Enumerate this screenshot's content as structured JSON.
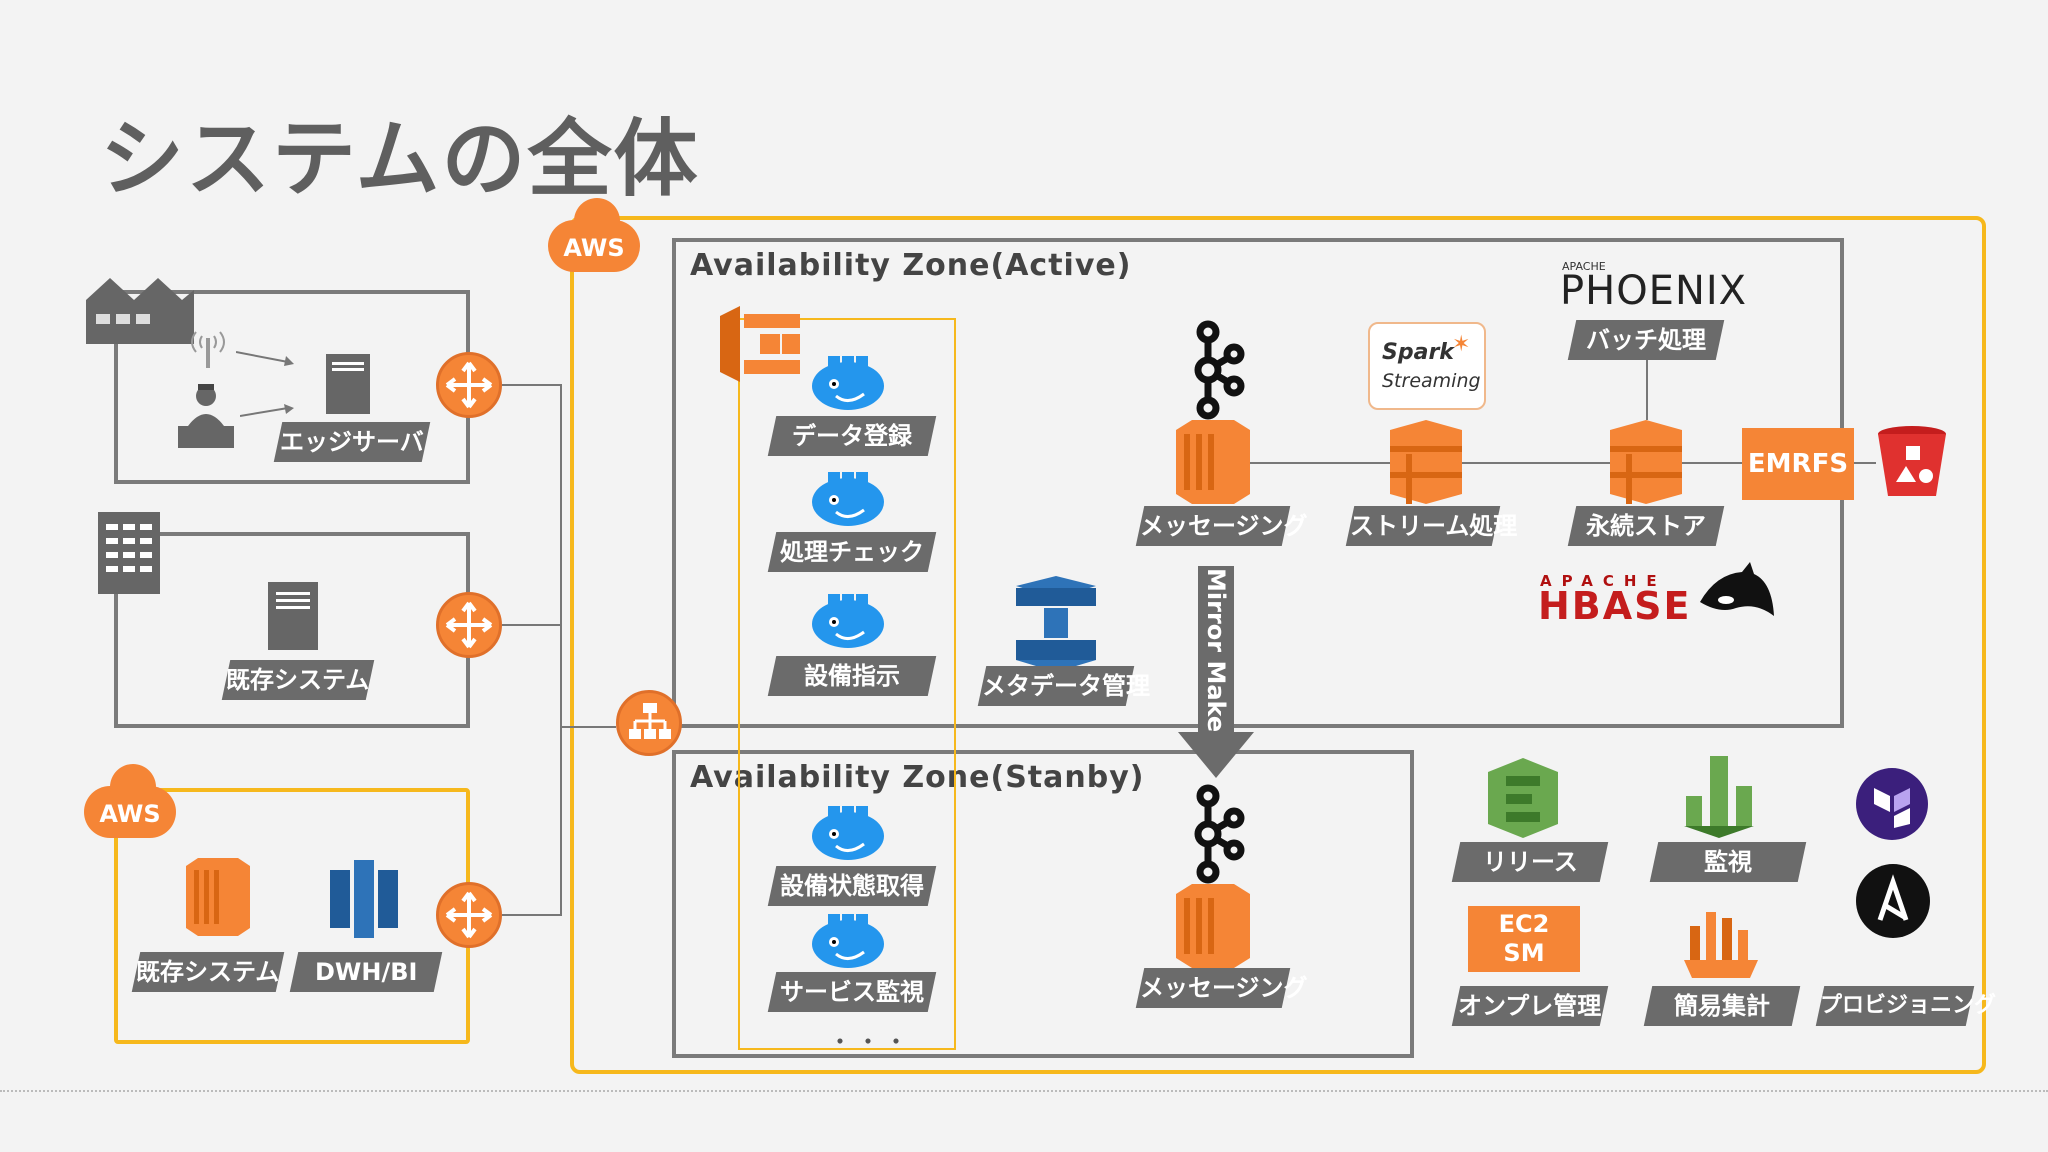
{
  "title": "システムの全体",
  "aws_label": "AWS",
  "az_active": "Availability Zone(Active)",
  "az_standby": "Availability Zone(Stanby)",
  "left": {
    "edge_server": "エッジサーバ",
    "legacy_system": "既存システム",
    "aws_label": "AWS",
    "aws_legacy_system": "既存システム",
    "dwh_bi": "DWH/BI"
  },
  "containers": {
    "data_register": "データ登録",
    "process_check": "処理チェック",
    "equipment_instruction": "設備指示",
    "equipment_status": "設備状態取得",
    "service_monitor": "サービス監視",
    "ellipsis": "・・・"
  },
  "metadata_mgmt": "メタデータ管理",
  "messaging_active": "メッセージング",
  "messaging_standby": "メッセージング",
  "mirror_maker": "Mirror Maker",
  "spark": {
    "line1": "Spark",
    "line2": "Streaming"
  },
  "stream_processing": "ストリーム処理",
  "phoenix": {
    "apache": "APACHE",
    "name": "PHOENIX"
  },
  "batch_processing": "バッチ処理",
  "persistent_store": "永続ストア",
  "emrfs": "EMRFS",
  "hbase": {
    "apache": "APACHE",
    "name": "HBASE"
  },
  "ops": {
    "release": "リリース",
    "monitoring": "監視",
    "ec2sm_line1": "EC2",
    "ec2sm_line2": "SM",
    "onprem_mgmt": "オンプレ管理",
    "simple_aggregation": "簡易集計",
    "provisioning": "プロビジョニング"
  },
  "colors": {
    "aws_orange": "#f58536",
    "border_yellow": "#f6b81c",
    "label_gray": "#6b6b6b",
    "docker_blue": "#2496ed"
  }
}
